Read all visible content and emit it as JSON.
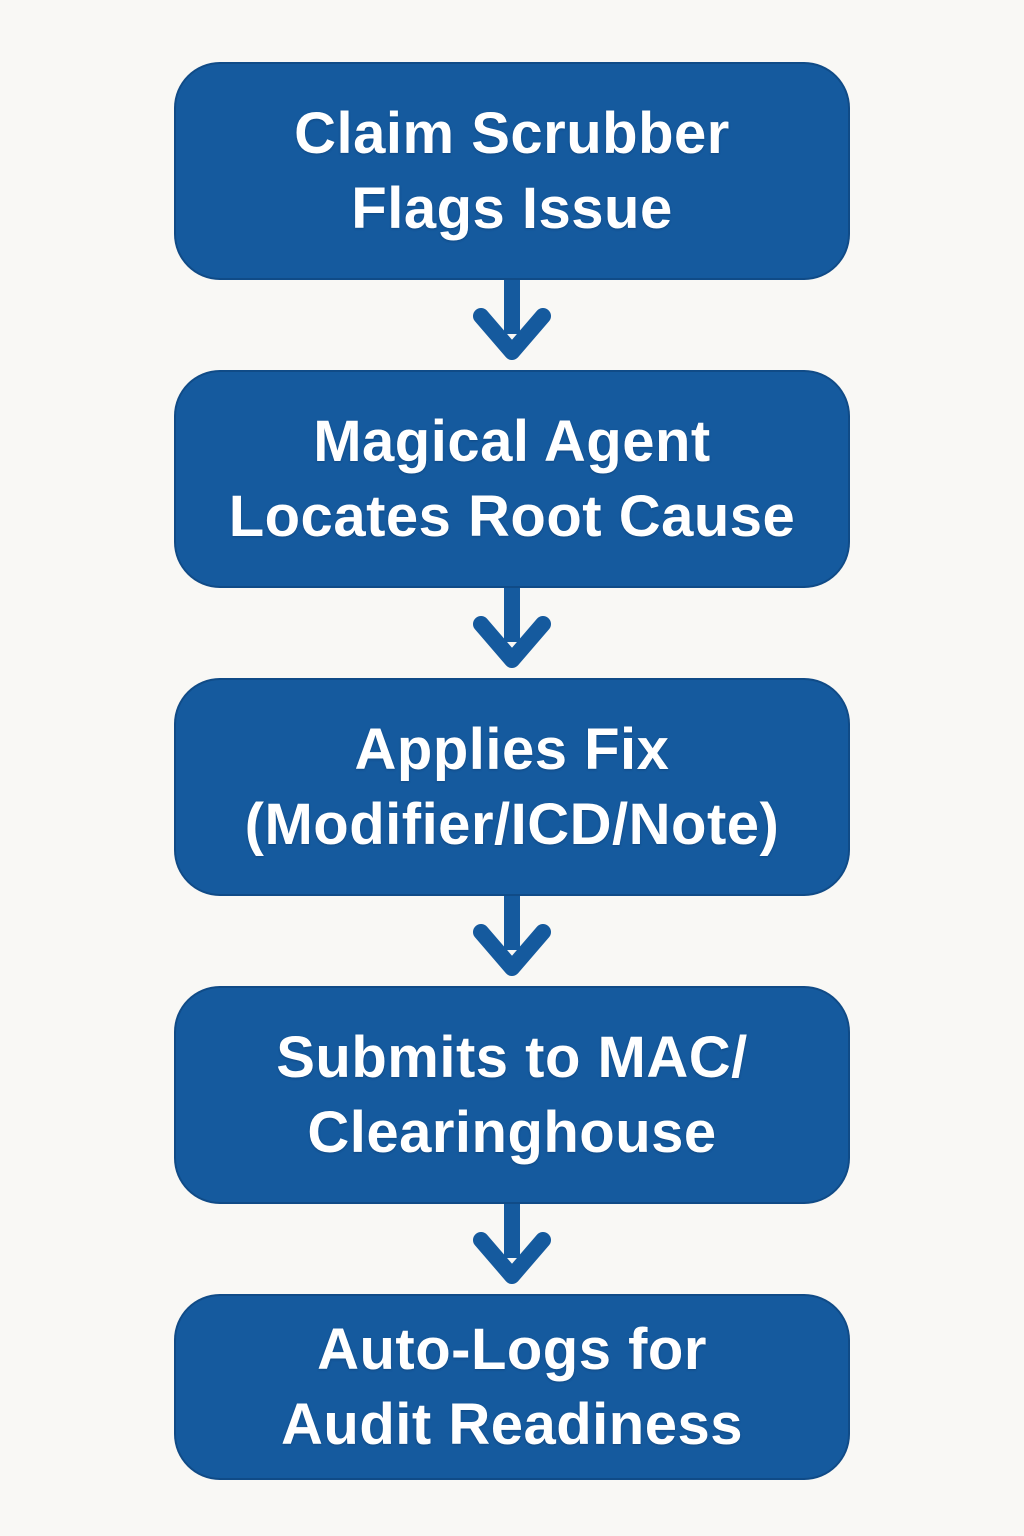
{
  "diagram": {
    "type": "flowchart",
    "direction": "top-down",
    "colors": {
      "node_fill": "#155a9e",
      "node_text": "#ffffff",
      "arrow": "#155a9e",
      "background": "#f9f8f5"
    },
    "nodes": [
      {
        "id": "step-1",
        "label": "Claim Scrubber\nFlags Issue"
      },
      {
        "id": "step-2",
        "label": "Magical Agent\nLocates Root Cause"
      },
      {
        "id": "step-3",
        "label": "Applies Fix\n(Modifier/ICD/Note)"
      },
      {
        "id": "step-4",
        "label": "Submits to MAC/\nClearinghouse"
      },
      {
        "id": "step-5",
        "label": "Auto-Logs for\nAudit Readiness"
      }
    ],
    "connections": [
      {
        "from": "step-1",
        "to": "step-2"
      },
      {
        "from": "step-2",
        "to": "step-3"
      },
      {
        "from": "step-3",
        "to": "step-4"
      },
      {
        "from": "step-4",
        "to": "step-5"
      }
    ]
  }
}
